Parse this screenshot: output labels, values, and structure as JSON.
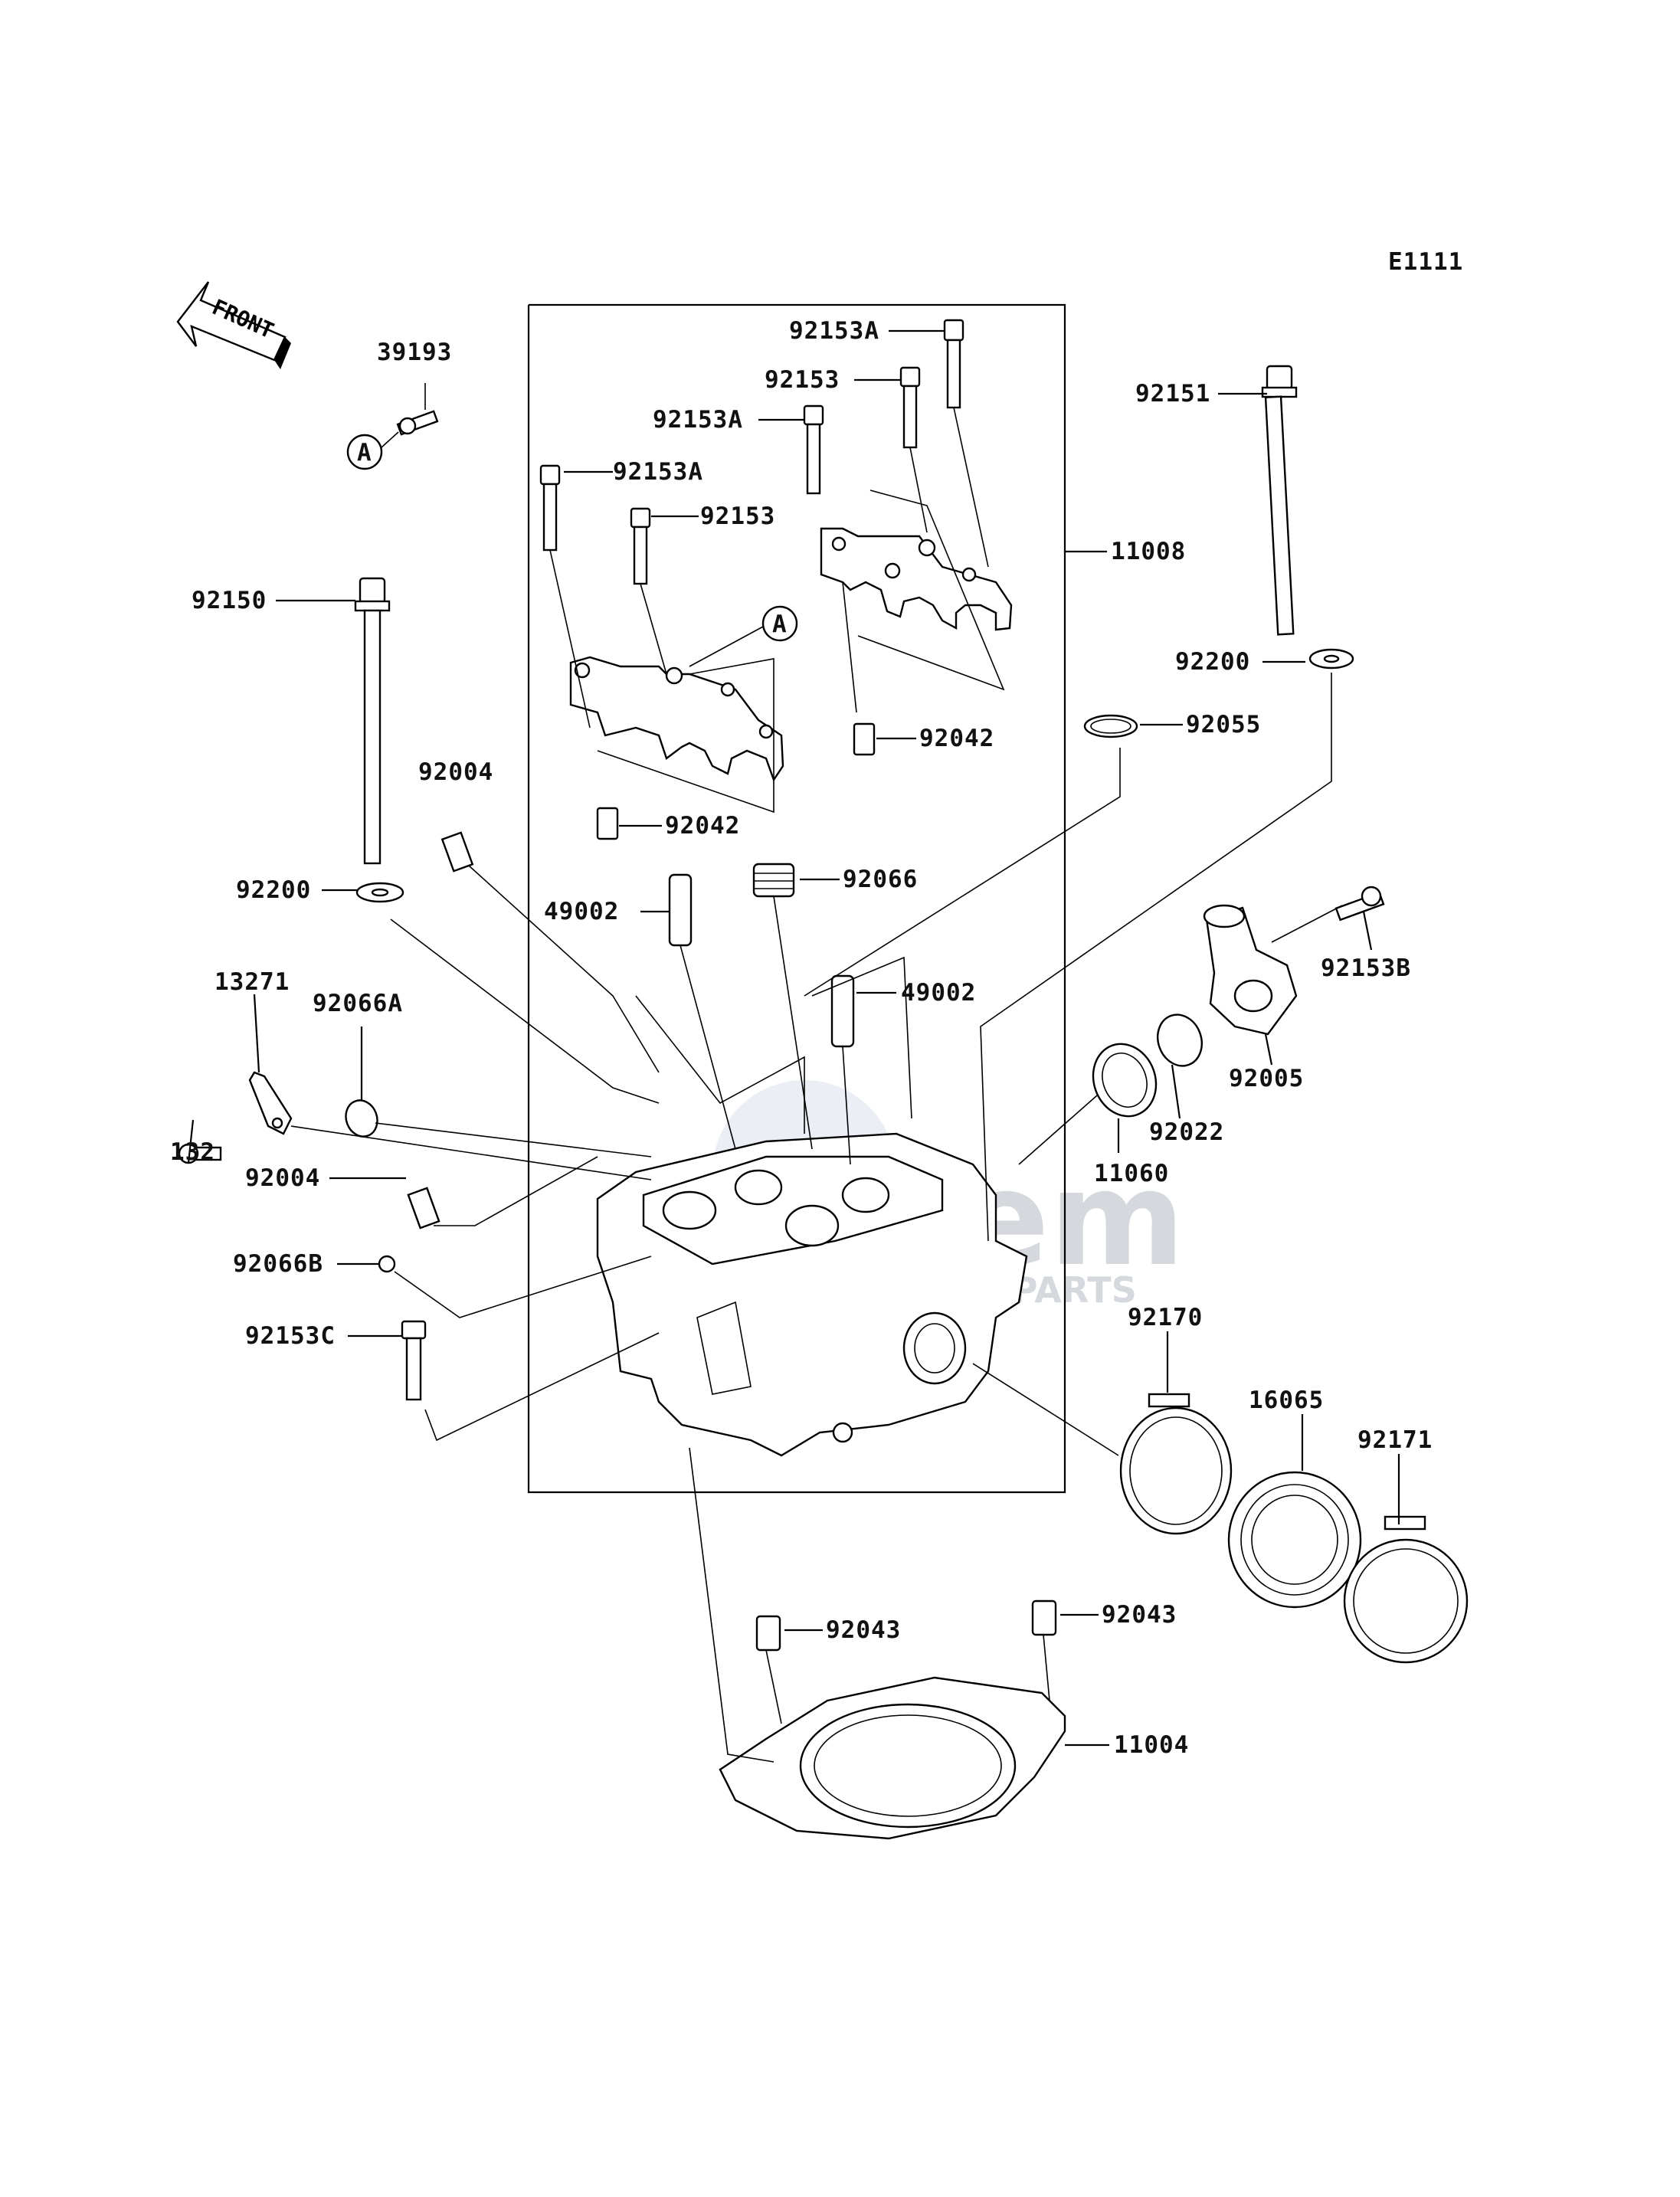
{
  "diagram_code": "E1111",
  "front_label": "FRONT",
  "ref_marker": "A",
  "watermark": {
    "brand": "Fiem",
    "sub": "MOTORPARTS"
  },
  "parts": {
    "p39193": "39193",
    "p92153A_1": "92153A",
    "p92153_1": "92153",
    "p92153A_2": "92153A",
    "p92153A_3": "92153A",
    "p92153_2": "92153",
    "p11008": "11008",
    "p92151": "92151",
    "p92150": "92150",
    "p92200_1": "92200",
    "p92055": "92055",
    "p92042_1": "92042",
    "p92004_1": "92004",
    "p92042_2": "92042",
    "p92066": "92066",
    "p92200_2": "92200",
    "p49002_1": "49002",
    "p92153B": "92153B",
    "p13271": "13271",
    "p92066A": "92066A",
    "p49002_2": "49002",
    "p92005": "92005",
    "p132": "132",
    "p92022": "92022",
    "p11060": "11060",
    "p92004_2": "92004",
    "p92066B": "92066B",
    "p92170": "92170",
    "p16065": "16065",
    "p92153C": "92153C",
    "p92171": "92171",
    "p92043_1": "92043",
    "p92043_2": "92043",
    "p11004": "11004"
  }
}
